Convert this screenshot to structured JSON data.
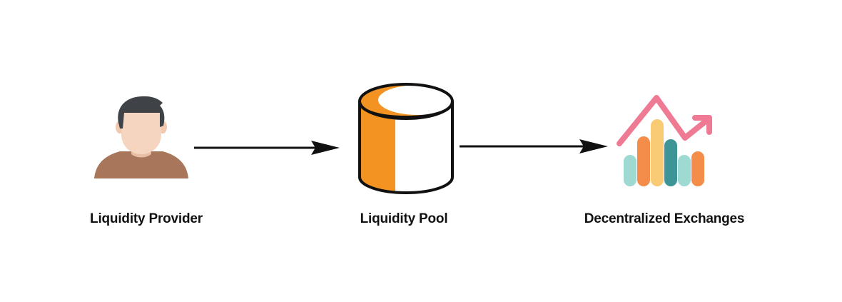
{
  "diagram": {
    "title": "Liquidity flow",
    "nodes": [
      {
        "id": "provider",
        "label": "Liquidity Provider",
        "icon": "person-icon"
      },
      {
        "id": "pool",
        "label": "Liquidity Pool",
        "icon": "cylinder-pool-icon"
      },
      {
        "id": "dex",
        "label": "Decentralized Exchanges",
        "icon": "growth-chart-icon"
      }
    ],
    "edges": [
      {
        "from": "provider",
        "to": "pool",
        "style": "arrow"
      },
      {
        "from": "pool",
        "to": "dex",
        "style": "arrow"
      }
    ],
    "colors": {
      "skin": "#F6D5C0",
      "skin_shadow": "#E8BFA6",
      "hair": "#3F4347",
      "shirt": "#A8765B",
      "pool_orange": "#F39322",
      "outline": "#111111",
      "trend_pink": "#EE7B93",
      "bar_mint": "#9ED9D2",
      "bar_orange": "#F48C4A",
      "bar_yellow": "#F9CB74",
      "bar_teal": "#3E9598"
    }
  }
}
